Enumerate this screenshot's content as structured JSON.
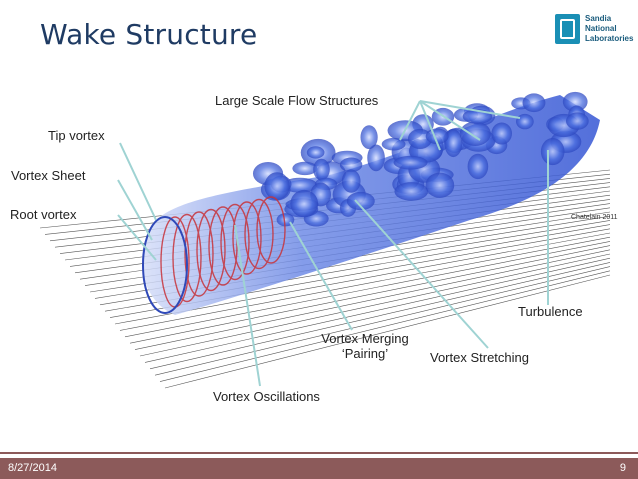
{
  "title": "Wake Structure",
  "logo": {
    "lines": [
      "Sandia",
      "National",
      "Laboratories"
    ],
    "icon": "sandia-logo-icon"
  },
  "labels": {
    "large_scale": "Large Scale Flow Structures",
    "tip_vortex": "Tip vortex",
    "vortex_sheet": "Vortex Sheet",
    "root_vortex": "Root vortex",
    "turbulence": "Turbulence",
    "vortex_merging_line1": "Vortex Merging",
    "vortex_merging_line2": "‘Pairing’",
    "vortex_stretching": "Vortex Stretching",
    "vortex_oscillations": "Vortex Oscillations"
  },
  "credit": "Chatelain 2011",
  "footer": {
    "date": "8/27/2014",
    "page": "9"
  },
  "colors": {
    "title": "#1f3b63",
    "footer": "#8c5a5a",
    "leader": "#9fd3d3",
    "wake_blue": "#3f63d8",
    "vortex_red": "#c8333a"
  }
}
